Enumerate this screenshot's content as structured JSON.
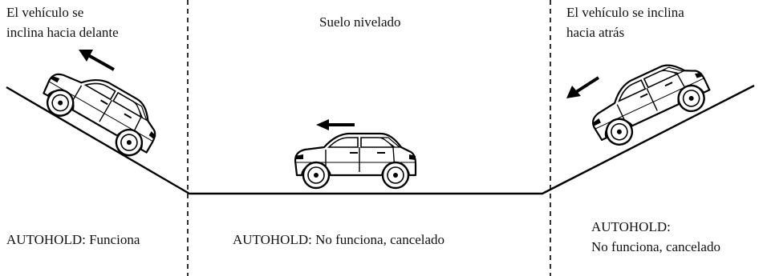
{
  "panels": {
    "left": {
      "caption_lines": [
        "El vehículo se",
        "inclina hacia delante"
      ],
      "status": "AUTOHOLD: Funciona"
    },
    "middle": {
      "caption": "Suelo nivelado",
      "status": "AUTOHOLD: No funciona, cancelado"
    },
    "right": {
      "caption_lines": [
        "El vehículo se inclina",
        "hacia atrás"
      ],
      "status_lines": [
        "AUTOHOLD:",
        "No funciona, cancelado"
      ]
    }
  },
  "style": {
    "line_color": "#000000",
    "car_fill": "#ffffff"
  },
  "icons": {
    "car": "suv-side-view-icon",
    "arrow": "direction-arrow-icon"
  }
}
